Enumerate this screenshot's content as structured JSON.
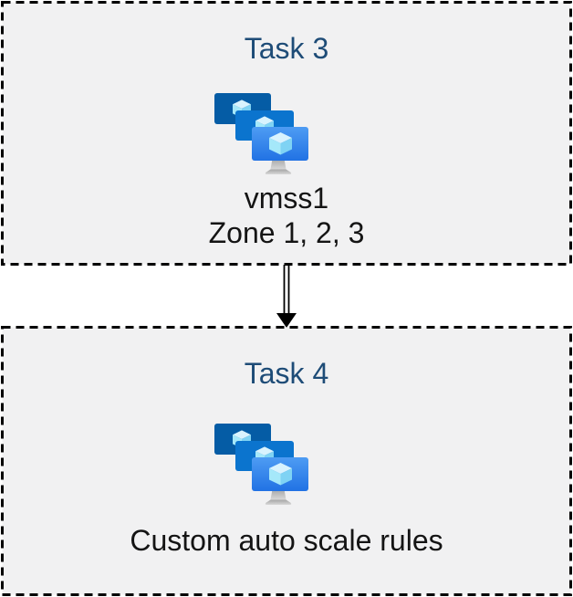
{
  "diagram": {
    "boxes": [
      {
        "title": "Task 3",
        "icon": "vm-scale-set-icon",
        "labels": [
          "vmss1",
          "Zone 1, 2, 3"
        ]
      },
      {
        "title": "Task 4",
        "icon": "vm-scale-set-icon",
        "labels": [
          "Custom auto scale rules"
        ]
      }
    ],
    "connector": {
      "type": "double-line-arrow",
      "direction": "down"
    },
    "colors": {
      "box_fill": "#F1F1F2",
      "box_border": "#000000",
      "title_text": "#1E4C77",
      "label_text": "#141414",
      "arrow": "#000000",
      "monitor_back": "#055CA5",
      "monitor_middle": "#0B74CE",
      "monitor_front_top": "#4E9CF3",
      "monitor_front_bottom": "#2172E4",
      "cube_top": "#D9F3FE",
      "cube_left": "#A5E8FA",
      "cube_right": "#7FD3F4",
      "stand_top": "#A6A6A6",
      "stand_bottom": "#D8D8D8"
    }
  }
}
